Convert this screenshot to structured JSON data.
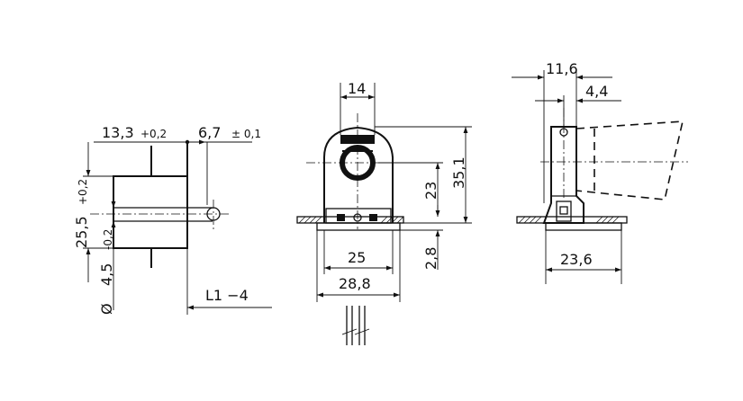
{
  "views": {
    "front": {
      "dim_base_offset": "13,3",
      "dim_base_offset_tol": "+0,2",
      "dim_pin_offset": "6,7",
      "dim_pin_offset_tol": "± 0,1",
      "dim_height": "25,5",
      "dim_height_tol": "+0,2",
      "dim_pin_dia_symbol": "Ø",
      "dim_pin_dia": "4,5",
      "dim_pin_dia_tol": "-0,2",
      "dim_l": "L1 −4"
    },
    "side": {
      "dim_top_width": "14",
      "dim_total_height": "35,1",
      "dim_body_height": "23",
      "dim_below_panel": "2,8",
      "dim_base_width": "25",
      "dim_outer_width": "28,8"
    },
    "right": {
      "dim_depth": "11,6",
      "dim_offset": "4,4",
      "dim_base_depth": "23,6"
    }
  }
}
